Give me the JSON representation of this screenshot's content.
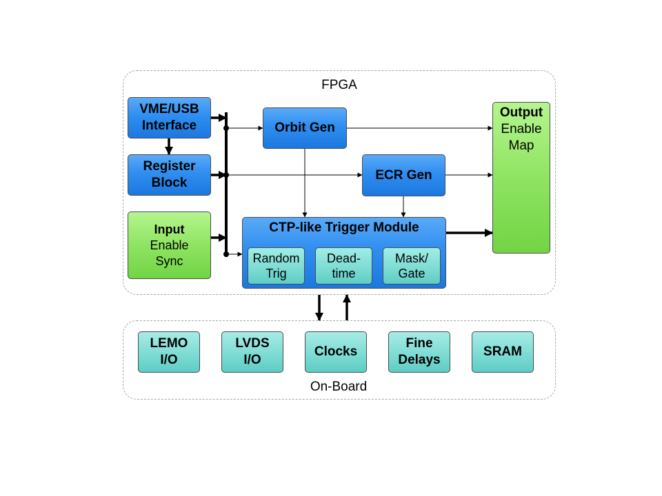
{
  "fpga": {
    "title": "FPGA",
    "blocks": {
      "vme_usb": {
        "line1": "VME/USB",
        "line2": "Interface"
      },
      "register": {
        "line1": "Register",
        "line2": "Block"
      },
      "input": {
        "line1": "Input",
        "line2": "Enable",
        "line3": "Sync"
      },
      "orbit": {
        "label": "Orbit Gen"
      },
      "ecr": {
        "label": "ECR Gen"
      },
      "output": {
        "line1": "Output",
        "line2": "Enable",
        "line3": "Map"
      },
      "ctp": {
        "title": "CTP-like Trigger Module",
        "subs": [
          {
            "line1": "Random",
            "line2": "Trig"
          },
          {
            "line1": "Dead-",
            "line2": "time"
          },
          {
            "line1": "Mask/",
            "line2": "Gate"
          }
        ]
      }
    }
  },
  "onboard": {
    "title": "On-Board",
    "blocks": [
      {
        "line1": "LEMO",
        "line2": "I/O"
      },
      {
        "line1": "LVDS",
        "line2": "I/O"
      },
      {
        "line1": "Clocks",
        "line2": ""
      },
      {
        "line1": "Fine",
        "line2": "Delays"
      },
      {
        "line1": "SRAM",
        "line2": ""
      }
    ]
  },
  "colors": {
    "blue_block": "#2f8ef0",
    "green_block": "#8fe462",
    "teal_block": "#7edcd4",
    "region_border": "#a6a6a6"
  }
}
